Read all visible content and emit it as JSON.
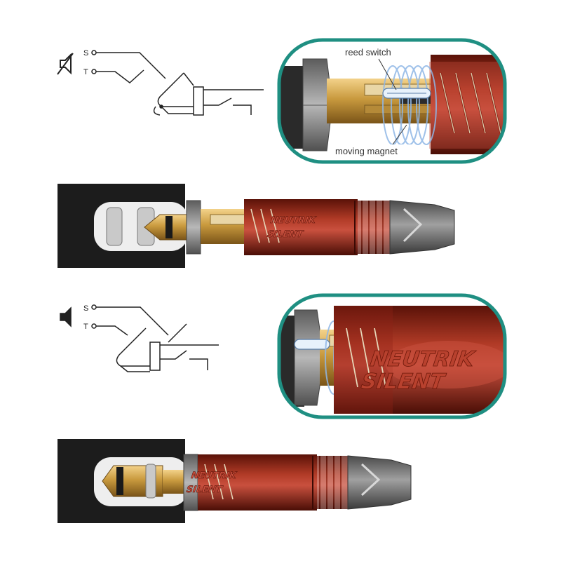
{
  "colors": {
    "callout_border": "#1f8f82",
    "connector_body": "#8e2318",
    "connector_highlight": "#c9503e",
    "brass": "#c99a3e",
    "socket_panel": "#1c1c1c",
    "boot_grey": "#7d7d7d",
    "coil_blue": "#8fb7e6"
  },
  "icons": {
    "muted": "speaker-muted-icon",
    "active": "speaker-icon"
  },
  "top": {
    "schematic": {
      "pin_s": "S",
      "pin_t": "T"
    },
    "callout": {
      "reed_switch_label": "reed switch",
      "magnet_label": "moving magnet"
    },
    "connector": {
      "brand_line1": "NEUTRIK",
      "brand_line2": "SILENT"
    }
  },
  "bottom": {
    "schematic": {
      "pin_s": "S",
      "pin_t": "T"
    },
    "callout": {
      "brand_line1": "NEUTRIK",
      "brand_line2": "SILENT"
    },
    "connector": {
      "brand_line1": "NEUTRIK",
      "brand_line2": "SILENT"
    }
  }
}
